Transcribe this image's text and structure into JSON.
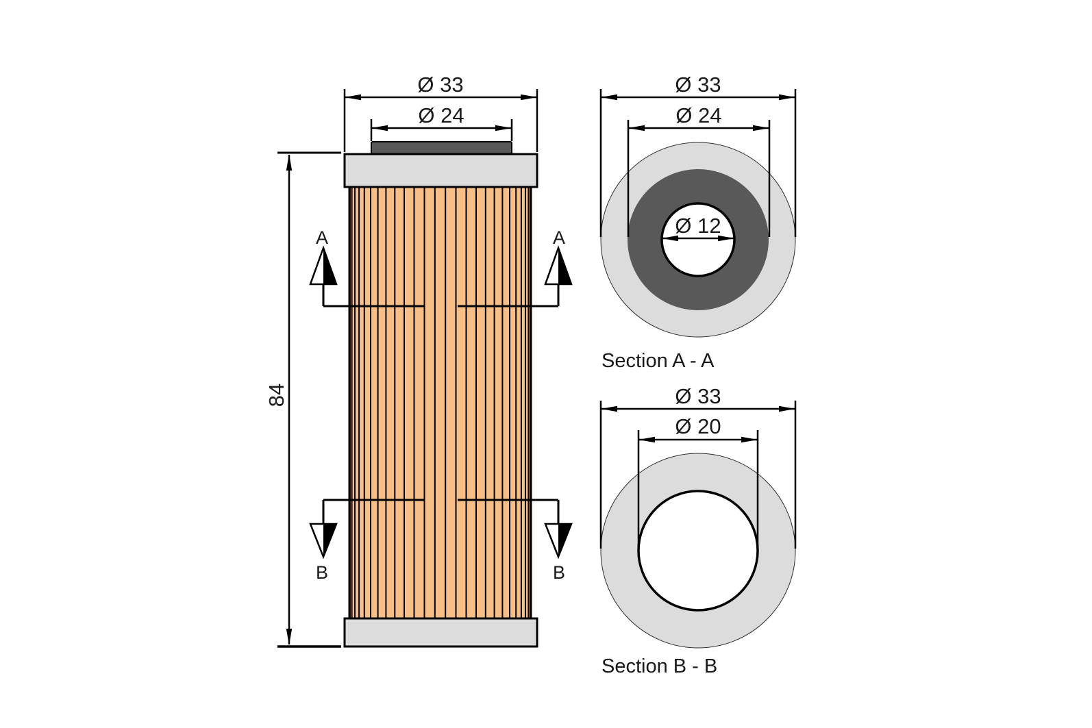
{
  "front_view": {
    "dims": {
      "outer": "Ø 33",
      "seal": "Ø 24",
      "height": "84"
    },
    "cut_labels": {
      "a_left": "A",
      "a_right": "A",
      "b_left": "B",
      "b_right": "B"
    }
  },
  "section_aa": {
    "title": "Section A - A",
    "dims": {
      "outer": "Ø 33",
      "ring": "Ø 24",
      "hole": "Ø 12"
    }
  },
  "section_bb": {
    "title": "Section B - B",
    "dims": {
      "outer": "Ø 33",
      "hole": "Ø 20"
    }
  },
  "colors": {
    "filter_paper": "#F7BE86",
    "end_cap": "#DCDCDC",
    "seal_dark": "#595959",
    "section_ring_light": "#DCDCDC",
    "section_ring_dark": "#595959",
    "hole_white": "#FFFFFF",
    "line": "#000000"
  },
  "pleats": {
    "count": 27
  }
}
